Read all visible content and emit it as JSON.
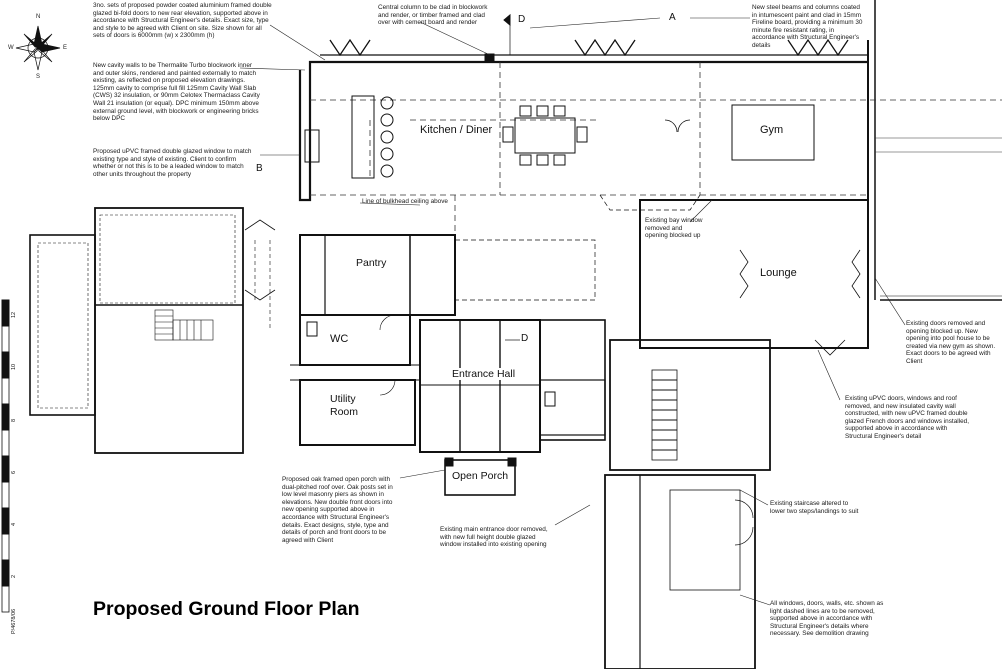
{
  "title": "Proposed Ground Floor Plan",
  "rooms": {
    "kitchen": "Kitchen / Diner",
    "gym": "Gym",
    "pantry": "Pantry",
    "lounge": "Lounge",
    "wc": "WC",
    "utility": "Utility Room",
    "hall": "Entrance Hall",
    "porch": "Open Porch"
  },
  "notes": {
    "bifold": "3no. sets of proposed powder coated aluminium framed double glazed bi-fold doors to new rear elevation, supported above in accordance with Structural Engineer's details. Exact size, type and style to be agreed with Client on site. Size shown for all sets of doors is 6000mm (w) x 2300mm (h)",
    "column": "Central column to be clad in blockwork and render, or timber framed and clad over with cement board and render",
    "steel": "New steel beams and columns coated in intumescent paint and clad in 15mm Fireline board, providing a minimum 30 minute fire resistant rating, in accordance with Structural Engineer's details",
    "cavity": "New cavity walls to be Thermalite Turbo blockwork inner and outer skins, rendered and painted externally to match existing, as reflected on proposed elevation drawings. 125mm cavity to comprise full fill 125mm Cavity Wall Slab (CWS) 32 insulation, or 90mm Celotex Thermaclass Cavity Wall 21 insulation (or equal). DPC minimum 150mm above external ground level, with blockwork or engineering bricks below DPC",
    "upvc": "Proposed uPVC framed double glazed window to match existing type and style of existing. Client to confirm whether or not this is to be a leaded window to match other units throughout the property",
    "bulkhead": "Line of bulkhead ceiling above",
    "bay": "Existing bay window removed and opening blocked up",
    "doors_removed": "Existing doors removed and opening blocked up. New opening into pool house to be created via new gym as shown. Exact doors to be agreed with Client",
    "upvc_doors": "Existing uPVC doors, windows and roof removed, and new insulated cavity wall constructed, with new uPVC framed double glazed French doors and windows installed, supported above in accordance with Structural Engineer's detail",
    "porch": "Proposed oak framed open porch with dual-pitched roof over. Oak posts set in low level masonry piers as shown in elevations. New double front doors into new opening supported above in accordance with Structural Engineer's details. Exact designs, style, type and details of porch and front doors to be agreed with Client",
    "main_door": "Existing main entrance door removed, with new full height double glazed window installed into existing opening",
    "staircase": "Existing staircase altered to lower two steps/landings to suit",
    "windows": "All windows, doors, walls, etc. shown as light dashed lines are to be removed, supported above in accordance with Structural Engineer's details where necessary. See demolition drawing"
  },
  "markers": {
    "a": "A",
    "b": "B",
    "d1": "D",
    "d2": "D"
  },
  "scale_numbers": [
    "12",
    "10",
    "8",
    "6",
    "4",
    "2"
  ],
  "drawing_ref": "P/4678/06",
  "compass": {
    "n": "N",
    "e": "E",
    "s": "S",
    "w": "W"
  }
}
